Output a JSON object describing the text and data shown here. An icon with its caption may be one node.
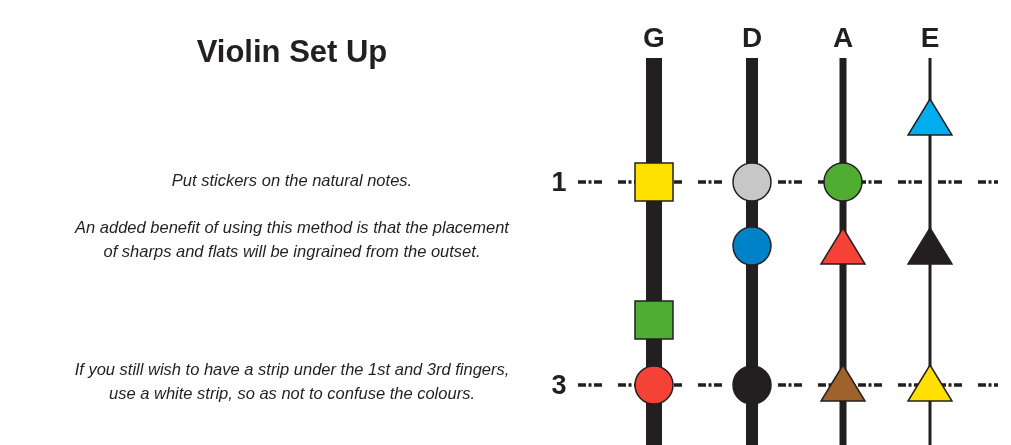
{
  "diagram": {
    "title": "Violin Set Up",
    "labels": [
      "G",
      "D",
      "A",
      "E",
      "Put stickers on the natural notes.",
      "1",
      "An added benefit of using this method is that the placement of sharps and flats will be ingrained from the outset.",
      "If you still wish to have a strip under the 1st and 3rd fingers, use a white strip, so as not to confuse the colours.",
      "3"
    ]
  }
}
